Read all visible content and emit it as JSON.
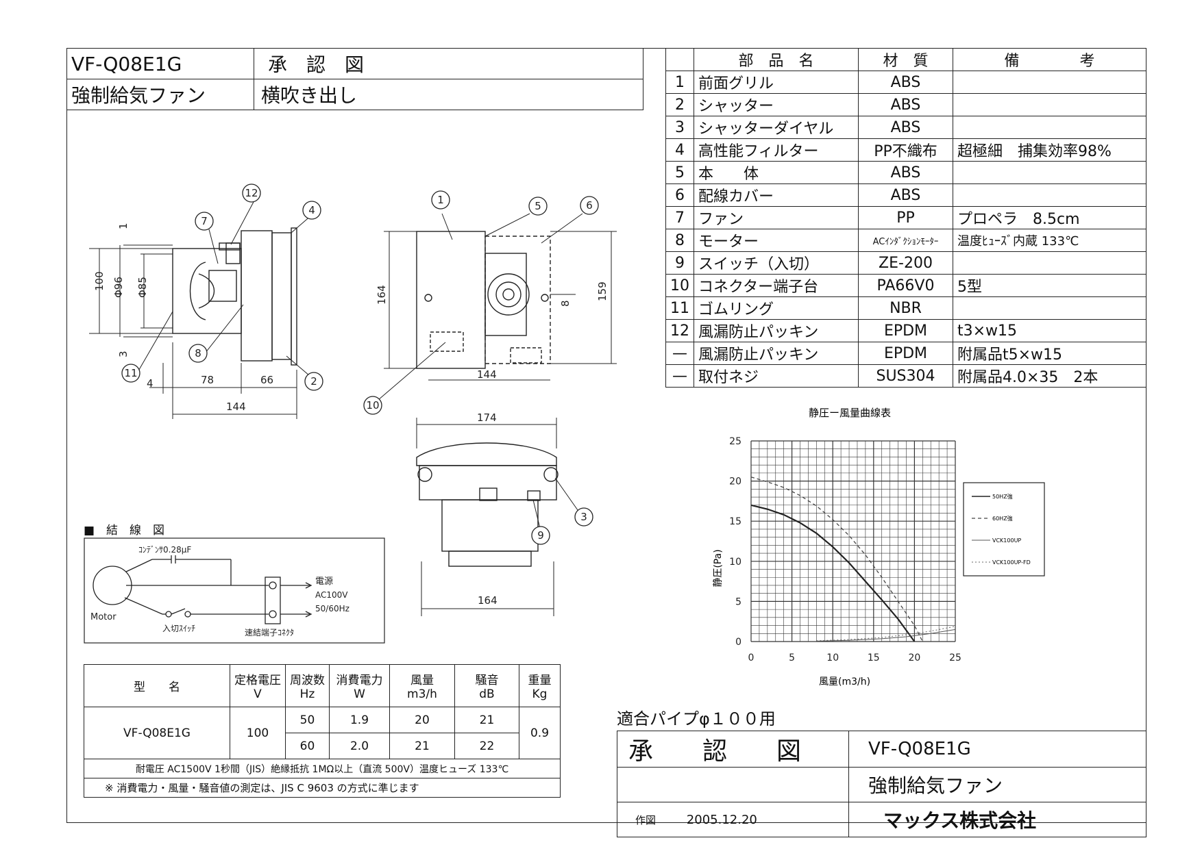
{
  "header": {
    "model": "VF-Q08E1G",
    "doc_type": "承　認　図",
    "product_name": "強制給気ファン",
    "variant": "横吹き出し"
  },
  "parts_table": {
    "headers": [
      "",
      "部　品　名",
      "材　質",
      "備　　　　考"
    ],
    "rows": [
      {
        "no": "1",
        "name": "前面グリル",
        "material": "ABS",
        "note": ""
      },
      {
        "no": "2",
        "name": "シャッター",
        "material": "ABS",
        "note": ""
      },
      {
        "no": "3",
        "name": "シャッターダイヤル",
        "material": "ABS",
        "note": ""
      },
      {
        "no": "4",
        "name": "高性能フィルター",
        "material": "PP不織布",
        "note": "超極細　捕集効率98%"
      },
      {
        "no": "5",
        "name": "本　　体",
        "material": "ABS",
        "note": ""
      },
      {
        "no": "6",
        "name": "配線カバー",
        "material": "ABS",
        "note": ""
      },
      {
        "no": "7",
        "name": "ファン",
        "material": "PP",
        "note": "プロペラ　8.5cm"
      },
      {
        "no": "8",
        "name": "モーター",
        "material": "ACｲﾝﾀﾞｸｼｮﾝﾓｰﾀｰ",
        "note": "温度ﾋｭｰｽﾞ内蔵 133℃"
      },
      {
        "no": "9",
        "name": "スイッチ（入切）",
        "material": "ZE-200",
        "note": ""
      },
      {
        "no": "10",
        "name": "コネクター端子台",
        "material": "PA66V0",
        "note": "5型"
      },
      {
        "no": "11",
        "name": "ゴムリング",
        "material": "NBR",
        "note": ""
      },
      {
        "no": "12",
        "name": "風漏防止パッキン",
        "material": "EPDM",
        "note": "t3×w15"
      },
      {
        "no": "—",
        "name": "風漏防止パッキン",
        "material": "EPDM",
        "note": "附属品t5×w15"
      },
      {
        "no": "—",
        "name": "取付ネジ",
        "material": "SUS304",
        "note": "附属品4.0×35　2本"
      }
    ]
  },
  "drawing": {
    "side_dims": {
      "d100": "100",
      "d96": "Φ96",
      "d85": "Φ85",
      "d1": "1",
      "d3": "3",
      "d4": "4",
      "d78": "78",
      "d66": "66",
      "d144": "144"
    },
    "front_dims": {
      "d164": "164",
      "d159": "159",
      "d8": "8",
      "d144": "144"
    },
    "top_dims": {
      "d174": "174",
      "d164": "164"
    },
    "callouts": [
      "1",
      "2",
      "3",
      "4",
      "5",
      "6",
      "7",
      "8",
      "9",
      "10",
      "11",
      "12"
    ]
  },
  "wiring": {
    "title": "■　結　線　図",
    "capacitor": "ｺﾝﾃﾞﾝｻ0.28μF",
    "motor": "Motor",
    "switch": "入切ｽｲｯﾁ",
    "connector": "速結端子ｺﾈｸﾀ",
    "power": "電源",
    "power_ac": "AC100V",
    "power_hz": "50/60Hz"
  },
  "spec_table": {
    "headers": [
      {
        "top": "型　　名",
        "bottom": ""
      },
      {
        "top": "定格電圧",
        "bottom": "V"
      },
      {
        "top": "周波数",
        "bottom": "Hz"
      },
      {
        "top": "消費電力",
        "bottom": "W"
      },
      {
        "top": "風量",
        "bottom": "m3/h"
      },
      {
        "top": "騒音",
        "bottom": "dB"
      },
      {
        "top": "重量",
        "bottom": "Kg"
      }
    ],
    "model": "VF-Q08E1G",
    "voltage": "100",
    "weight": "0.9",
    "rows": [
      {
        "hz": "50",
        "w": "1.9",
        "flow": "20",
        "db": "21"
      },
      {
        "hz": "60",
        "w": "2.0",
        "flow": "21",
        "db": "22"
      }
    ],
    "note1": "耐電圧 AC1500V 1秒間（JIS）絶縁抵抗 1MΩ以上（直流 500V）温度ヒューズ 133℃",
    "note2": "※ 消費電力・風量・騒音値の測定は、JIS C 9603 の方式に準じます"
  },
  "chart_data": {
    "type": "line",
    "title": "静圧ー風量曲線表",
    "xlabel": "風量(m3/h)",
    "ylabel": "静圧(Pa)",
    "xlim": [
      0,
      25
    ],
    "ylim": [
      0,
      25
    ],
    "xticks": [
      0,
      5,
      10,
      15,
      20,
      25
    ],
    "yticks": [
      0,
      5,
      10,
      15,
      20,
      25
    ],
    "grid": true,
    "legend": "right",
    "series": [
      {
        "name": "50HZ強",
        "style": "solid",
        "x": [
          0,
          2,
          4,
          6,
          8,
          10,
          12,
          14,
          16,
          18,
          19,
          20
        ],
        "y": [
          17,
          16.5,
          15.8,
          14.8,
          13.5,
          11.8,
          9.8,
          7.5,
          5.2,
          2.8,
          1.4,
          0
        ]
      },
      {
        "name": "60HZ強",
        "style": "dashed",
        "x": [
          0,
          2,
          4,
          6,
          8,
          10,
          12,
          14,
          16,
          18,
          20,
          21
        ],
        "y": [
          20.5,
          19.9,
          19.2,
          18.2,
          16.9,
          15.2,
          13.2,
          10.8,
          8,
          5,
          2,
          0
        ]
      },
      {
        "name": "VCK100UP",
        "style": "solid-thin",
        "x": [
          8,
          12,
          16,
          19,
          22,
          25
        ],
        "y": [
          0.05,
          0.15,
          0.35,
          0.6,
          1,
          1.5
        ]
      },
      {
        "name": "VCK100UP-FD",
        "style": "dotted",
        "x": [
          8,
          12,
          16,
          19,
          22,
          25
        ],
        "y": [
          0.1,
          0.25,
          0.5,
          0.85,
          1.3,
          1.9
        ]
      }
    ]
  },
  "footer": {
    "pipe_note": "適合パイプφ１００用",
    "doc_type": "承　　認　　図",
    "model": "VF-Q08E1G",
    "product_name": "強制給気ファン",
    "drawn_label": "作図",
    "date": "2005.12.20",
    "company": "マックス株式会社"
  }
}
